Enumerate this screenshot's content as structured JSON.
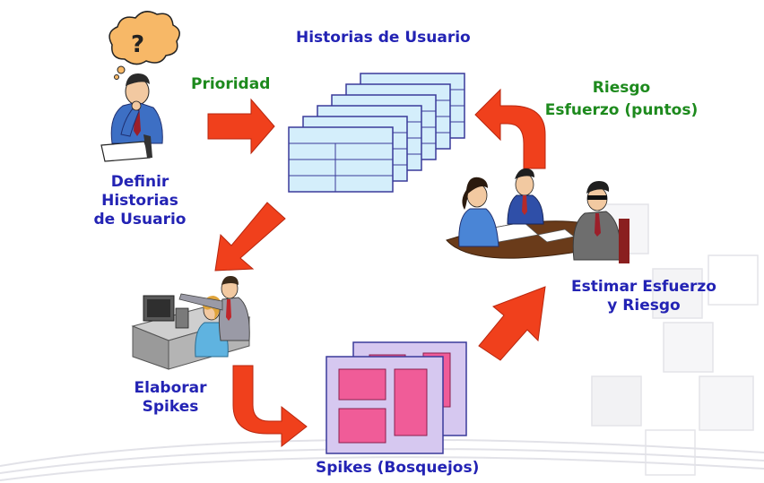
{
  "labels": {
    "historias_de_usuario": "Historias de Usuario",
    "prioridad": "Prioridad",
    "riesgo": "Riesgo",
    "esfuerzo_puntos": "Esfuerzo (puntos)",
    "definir_line1": "Definir",
    "definir_line2": "Historias",
    "definir_line3": "de Usuario",
    "estimar_line1": "Estimar Esfuerzo",
    "estimar_line2": "y Riesgo",
    "elaborar_line1": "Elaborar",
    "elaborar_line2": "Spikes",
    "spikes_bosquejos": "Spikes (Bosquejos)",
    "thought_symbol": "?"
  },
  "colors": {
    "label_blue": "#2323b4",
    "label_green": "#1d8a1d",
    "arrow_red": "#f0401c",
    "card_fill": "#d4eefb",
    "card_border": "#3a3a9a",
    "sketch_fill": "#d6c8f0",
    "sketch_box": "#f05c98"
  },
  "icons": {
    "thinking_person": "thinking-person-icon",
    "thought_bubble": "thought-bubble-icon",
    "meeting": "meeting-people-icon",
    "computer_workers": "computer-workers-icon"
  }
}
